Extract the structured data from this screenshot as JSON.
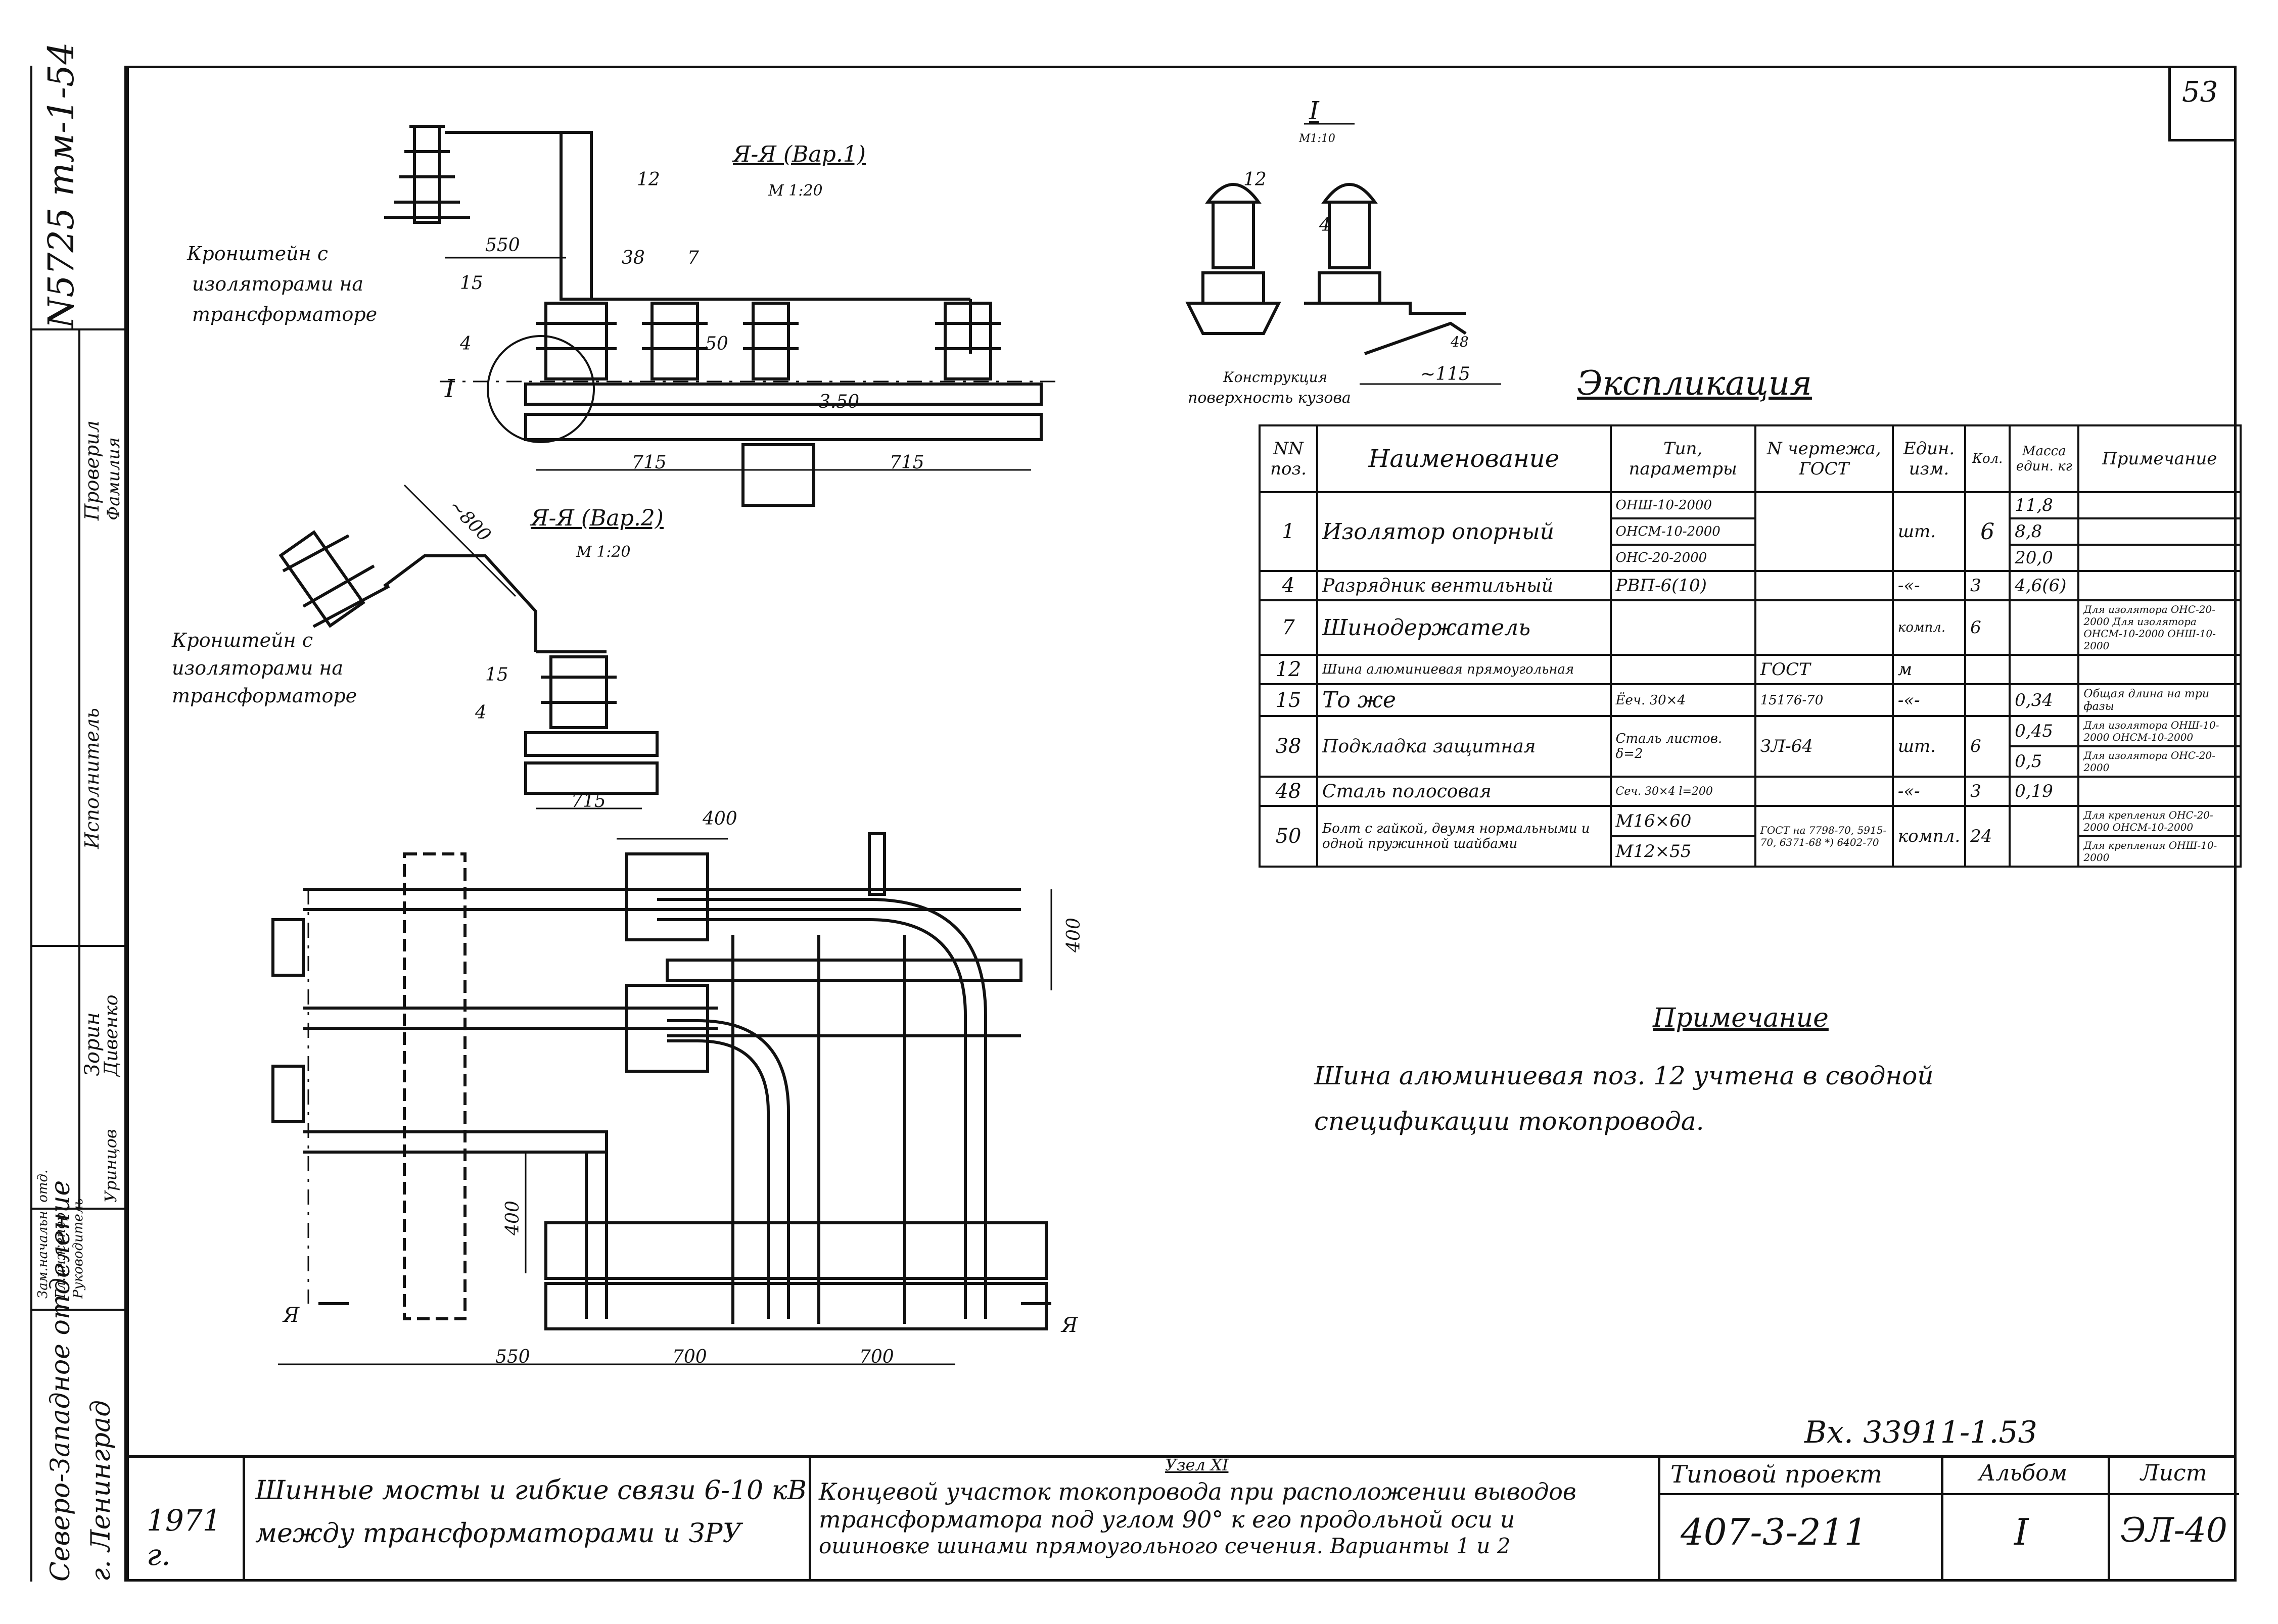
{
  "page_number": "53",
  "left_strip": {
    "archive_number": "N5725 тм-1-54",
    "org_line1": "Северо-Западное отделение",
    "org_line2": "г. Ленинград",
    "roles": [
      "Зам.начальн. отд.",
      "Гл.инженер",
      "Руководитель"
    ],
    "col_headers": [
      "Проверил",
      "Исполнитель",
      "Фамилия"
    ],
    "names": [
      "Зорин",
      "Дивенко",
      "Уринцов"
    ]
  },
  "views": {
    "view_a_var1_title": "Я-Я (Вар.1)",
    "view_a_var1_scale": "М 1:20",
    "view_a_var2_title": "Я-Я (Вар.2)",
    "view_a_var2_scale": "М 1:20",
    "view_node_title": "I",
    "view_node_scale": "М1:10",
    "bracket_label_line1": "Кронштейн с",
    "bracket_label_line2": "изоляторами на",
    "bracket_label_line3": "трансформаторе",
    "construction_label_line1": "Конструкция",
    "construction_label_line2": "поверхность кузова",
    "node_mark": "I",
    "section_mark_left": "Я",
    "section_mark_right": "Я"
  },
  "dimensions": {
    "d550_top": "550",
    "d715_a": "715",
    "d715_b": "715",
    "d715_c": "715",
    "d350": "3.50",
    "d800": "~800",
    "d115": "~115",
    "d400_top": "400",
    "d400_right": "400",
    "d400_left": "400",
    "d550_bottom": "550",
    "d700_a": "700",
    "d700_b": "700"
  },
  "positions": {
    "p15": "15",
    "p38": "38",
    "p7": "7",
    "p12": "12",
    "p4": "4",
    "p50": "50",
    "p15b": "15",
    "p4b": "4",
    "p12b": "12",
    "p4c": "4",
    "p48": "48"
  },
  "explication": {
    "title": "Экспликация",
    "headers": [
      "NN поз.",
      "Наименование",
      "Тип, параметры",
      "N чертежа, ГОСТ",
      "Един. изм.",
      "Кол.",
      "Масса един. кг",
      "Примечание"
    ],
    "rows": [
      {
        "pos": "1",
        "name": "Изолятор опорный",
        "type": "ОНШ-10-2000",
        "gost": "",
        "unit": "шт.",
        "qty": "6",
        "mass": "11,8",
        "note": ""
      },
      {
        "pos": "",
        "name": "",
        "type": "ОНСМ-10-2000",
        "gost": "",
        "unit": "",
        "qty": "",
        "mass": "8,8",
        "note": ""
      },
      {
        "pos": "",
        "name": "",
        "type": "ОНС-20-2000",
        "gost": "",
        "unit": "",
        "qty": "",
        "mass": "20,0",
        "note": ""
      },
      {
        "pos": "4",
        "name": "Разрядник вентильный",
        "type": "РВП-6(10)",
        "gost": "",
        "unit": "-«-",
        "qty": "3",
        "mass": "4,6(6)",
        "note": ""
      },
      {
        "pos": "7",
        "name": "Шинодержатель",
        "type": "",
        "gost": "",
        "unit": "компл.",
        "qty": "6",
        "mass": "",
        "note": "Для изолятора ОНС-20-2000 Для изолятора ОНСМ-10-2000 ОНШ-10-2000"
      },
      {
        "pos": "12",
        "name": "Шина алюминиевая прямоугольная",
        "type": "",
        "gost": "ГОСТ",
        "unit": "м",
        "qty": "",
        "mass": "",
        "note": ""
      },
      {
        "pos": "15",
        "name": "То же",
        "type": "Ёеч. 30×4",
        "gost": "15176-70",
        "unit": "-«-",
        "qty": "",
        "mass": "0,34",
        "note": "Общая длина на три фазы"
      },
      {
        "pos": "38",
        "name": "Подкладка защитная",
        "type": "Сталь листов. δ=2",
        "gost": "ЗЛ-64",
        "unit": "шт.",
        "qty": "6",
        "mass": "0,45",
        "note": "Для изолятора ОНШ-10-2000 ОНСМ-10-2000"
      },
      {
        "pos": "",
        "name": "",
        "type": "",
        "gost": "",
        "unit": "",
        "qty": "",
        "mass": "0,5",
        "note": "Для изолятора ОНС-20-2000"
      },
      {
        "pos": "48",
        "name": "Сталь полосовая",
        "type": "Сеч. 30×4 l=200",
        "gost": "",
        "unit": "-«-",
        "qty": "3",
        "mass": "0,19",
        "note": ""
      },
      {
        "pos": "50",
        "name": "Болт с гайкой, двумя нормальными и одной пружинной шайбами",
        "type": "М16×60",
        "gost": "ГОСТ на 7798-70, 5915-70, 6371-68 *) 6402-70",
        "unit": "компл.",
        "qty": "24",
        "mass": "",
        "note": "Для крепления ОНС-20-2000 ОНСМ-10-2000"
      },
      {
        "pos": "",
        "name": "",
        "type": "М12×55",
        "gost": "",
        "unit": "",
        "qty": "",
        "mass": "",
        "note": "Для крепления ОНШ-10-2000"
      }
    ]
  },
  "note": {
    "title": "Примечание",
    "line1": "Шина алюминиевая поз. 12 учтена в сводной",
    "line2": "спецификации токопровода."
  },
  "stamp": "Вх. 33911-1.53",
  "title_block": {
    "year": "1971 г.",
    "project_line1": "Шинные мосты и гибкие связи 6-10 кВ",
    "project_line2": "между трансформаторами и ЗРУ",
    "node": "Узел XI",
    "desc_line1": "Концевой участок токопровода при расположении выводов",
    "desc_line2": "трансформатора под углом 90° к его продольной оси и",
    "desc_line3": "ошиновке шинами прямоугольного сечения. Варианты 1 и 2",
    "typical_label": "Типовой проект",
    "typical_value": "407-3-211",
    "album_label": "Альбом",
    "album_value": "I",
    "sheet_label": "Лист",
    "sheet_value": "ЭЛ-40"
  }
}
